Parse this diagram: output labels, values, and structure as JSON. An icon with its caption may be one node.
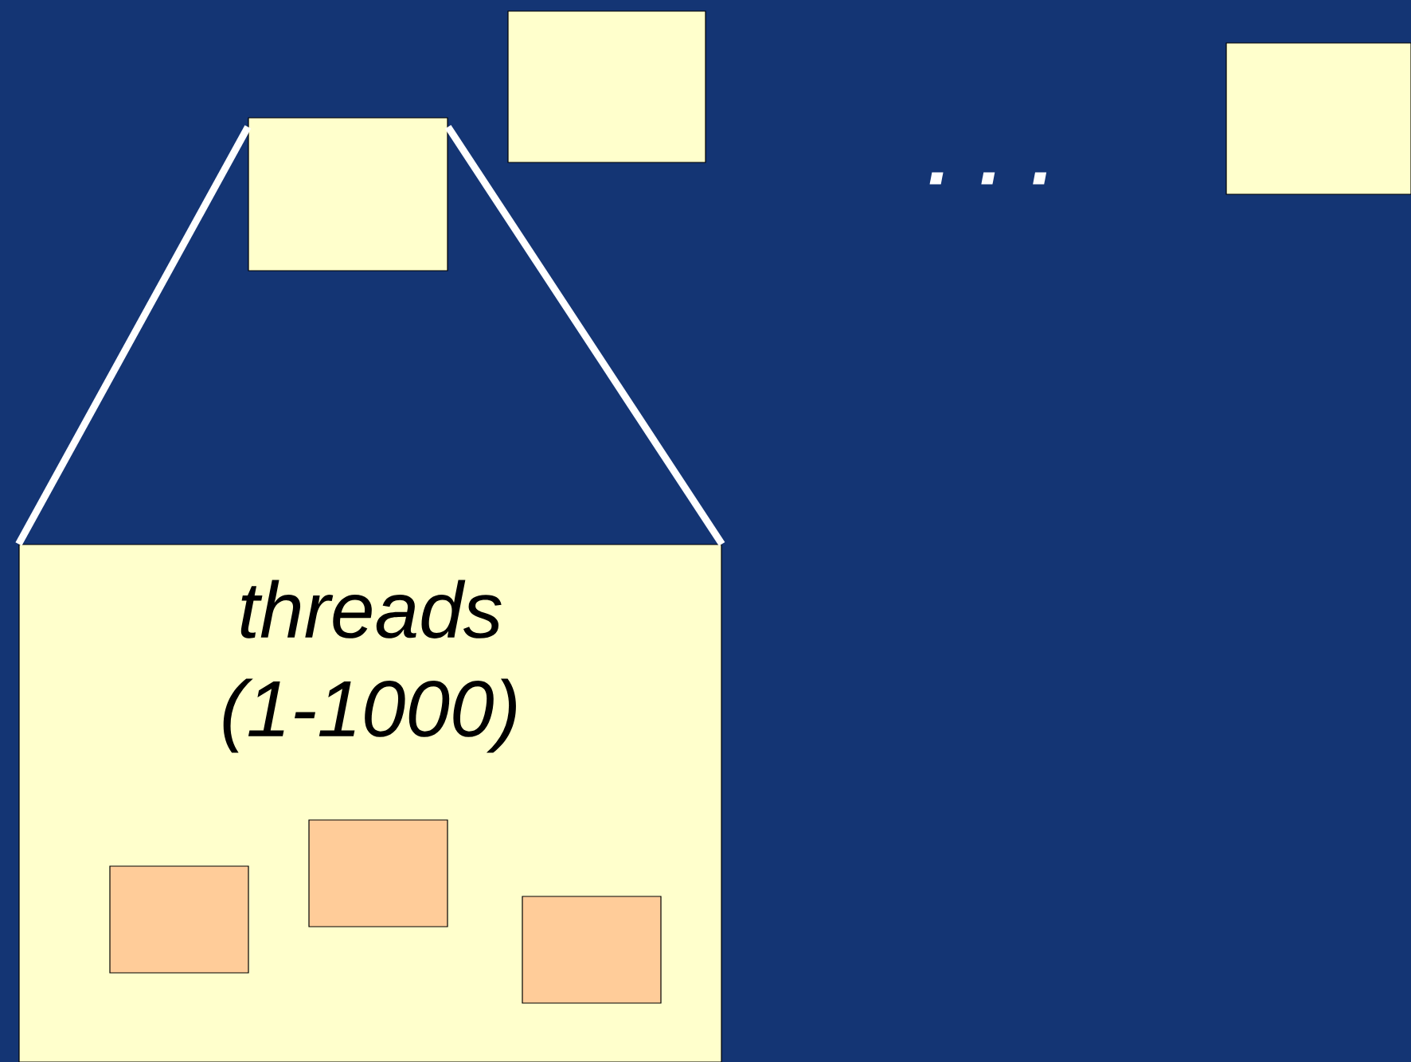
{
  "diagram": {
    "nodes": [
      {
        "text": [],
        "shape": "box"
      },
      {
        "text": [],
        "shape": "box"
      },
      {
        "text": [],
        "shape": "box"
      },
      {
        "text": [
          "threads (1-1000)"
        ]
      },
      {
        "text": [],
        "shape": "box",
        "in": 3
      },
      {
        "text": [],
        "shape": "box",
        "in": 3
      },
      {
        "text": [],
        "shape": "box",
        "in": 3
      }
    ],
    "edges": [
      {
        "from": 0,
        "to": 3,
        "arrow": "none"
      },
      {
        "from": 0,
        "to": 3,
        "arrow": "none"
      }
    ],
    "labels": [
      ". . ."
    ]
  }
}
